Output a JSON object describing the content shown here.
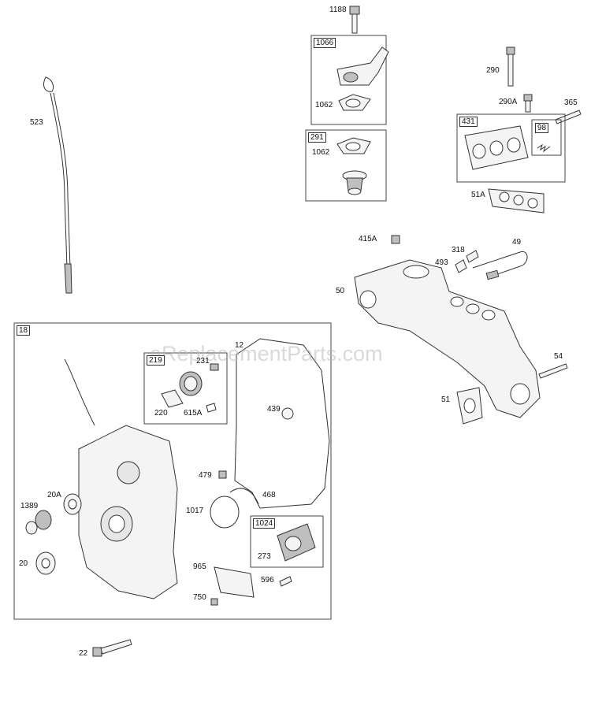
{
  "watermark": "eReplacementParts.com",
  "parts": {
    "p1188": "1188",
    "p1066": "1066",
    "p1062a": "1062",
    "p291": "291",
    "p1062b": "1062",
    "p290": "290",
    "p290A": "290A",
    "p365": "365",
    "p431": "431",
    "p98": "98",
    "p51A": "51A",
    "p523": "523",
    "p415A": "415A",
    "p318": "318",
    "p49": "49",
    "p493": "493",
    "p50": "50",
    "p54": "54",
    "p51": "51",
    "p18": "18",
    "p219": "219",
    "p231": "231",
    "p12": "12",
    "p220": "220",
    "p615A": "615A",
    "p439": "439",
    "p479": "479",
    "p468": "468",
    "p20A": "20A",
    "p1389": "1389",
    "p1017": "1017",
    "p1024": "1024",
    "p273": "273",
    "p20": "20",
    "p965": "965",
    "p596": "596",
    "p750": "750",
    "p22": "22"
  }
}
